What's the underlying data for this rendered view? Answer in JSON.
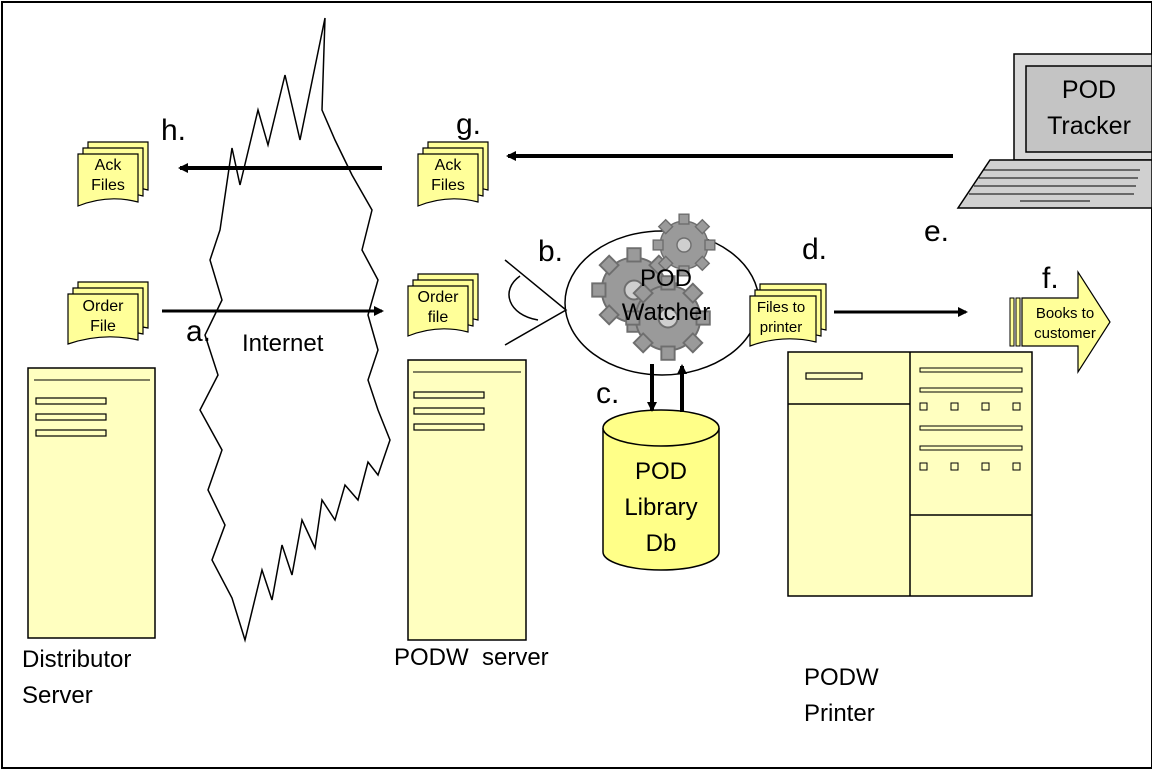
{
  "steps": {
    "a": "a.",
    "b": "b.",
    "c": "c.",
    "d": "d.",
    "e": "e.",
    "f": "f.",
    "g": "g.",
    "h": "h."
  },
  "labels": {
    "internet": "Internet",
    "distributor_server_line1": "Distributor",
    "distributor_server_line2": "Server",
    "podw_server": "PODW  server",
    "podw_printer_line1": "PODW",
    "podw_printer_line2": "Printer",
    "pod_tracker_line1": "POD",
    "pod_tracker_line2": "Tracker",
    "pod_watcher_line1": "POD",
    "pod_watcher_line2": "Watcher",
    "db_line1": "POD",
    "db_line2": "Library",
    "db_line3": "Db"
  },
  "files": {
    "ack_left_line1": "Ack",
    "ack_left_line2": "Files",
    "ack_mid_line1": "Ack",
    "ack_mid_line2": "Files",
    "order_left_line1": "Order",
    "order_left_line2": "File",
    "order_mid_line1": "Order",
    "order_mid_line2": "file",
    "to_printer_line1": "Files to",
    "to_printer_line2": "printer",
    "books_line1": "Books to",
    "books_line2": "customer"
  },
  "colors": {
    "component_fill": "#ffffc0",
    "document_fill": "#ffff99",
    "db_fill": "#ffff88",
    "gear_fill": "#9a9a9a",
    "stroke": "#000000",
    "border": "#000000"
  }
}
